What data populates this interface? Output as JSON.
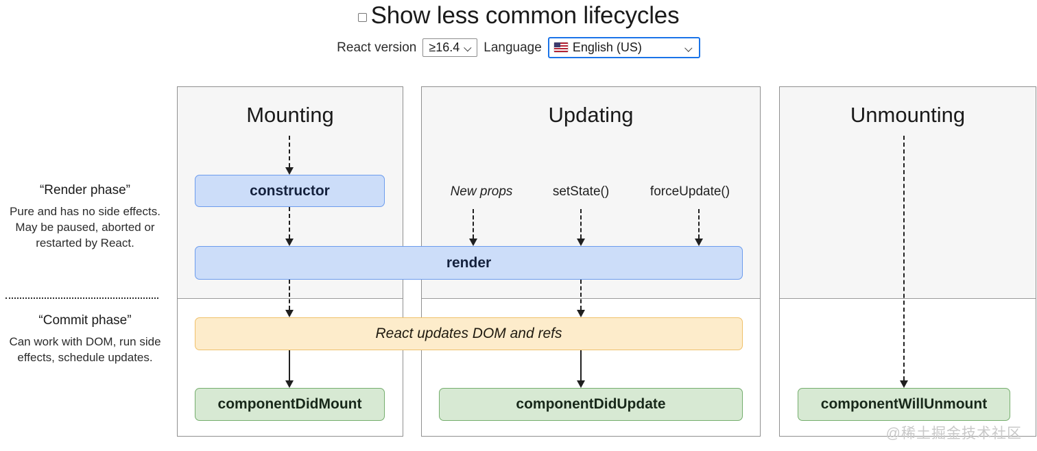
{
  "header": {
    "checkbox_label": "Show less common lifecycles",
    "checkbox_checked": false,
    "react_version_label": "React version",
    "react_version_value": "≥16.4",
    "language_label": "Language",
    "language_value": "English (US)",
    "language_flag": "us-flag-icon",
    "focus_color": "#1a73e8"
  },
  "legend": [
    {
      "title": "“Render phase”",
      "description": "Pure and has no side effects. May be paused, aborted or restarted by React."
    },
    {
      "title": "“Commit phase”",
      "description": "Can work with DOM, run side effects, schedule updates."
    }
  ],
  "panels": [
    {
      "title": "Mounting"
    },
    {
      "title": "Updating"
    },
    {
      "title": "Unmounting"
    }
  ],
  "triggers": [
    {
      "label": "New props",
      "style": "italic"
    },
    {
      "label": "setState()",
      "style": "normal"
    },
    {
      "label": "forceUpdate()",
      "style": "normal"
    }
  ],
  "nodes": {
    "constructor": "constructor",
    "render": "render",
    "dom_update": "React updates DOM and refs",
    "component_did_mount": "componentDidMount",
    "component_did_update": "componentDidUpdate",
    "component_will_unmount": "componentWillUnmount"
  },
  "colors": {
    "blue_fill": "#ccddf9",
    "blue_border": "#6b9bed",
    "green_fill": "#d7e9d3",
    "green_border": "#74ad6c",
    "orange_fill": "#fdeccb",
    "orange_border": "#efc06a",
    "panel_top_bg": "#f6f6f6"
  },
  "watermark": "@稀土掘金技术社区"
}
